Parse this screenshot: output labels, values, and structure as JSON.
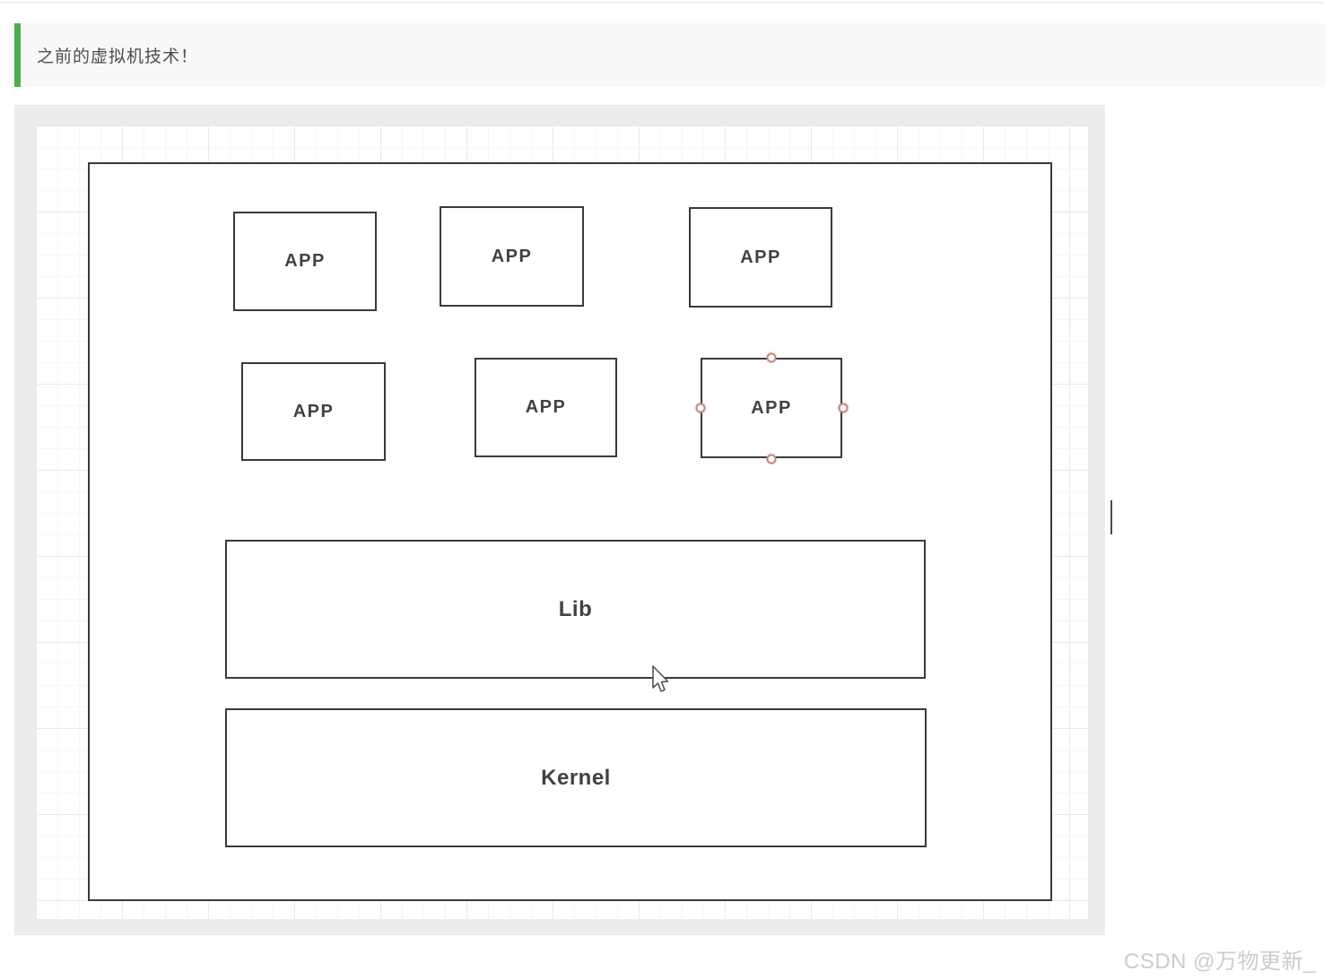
{
  "header": {
    "title": "之前的虚拟机技术！"
  },
  "diagram": {
    "description": "architecture of traditional virtual machine technology",
    "app_boxes": [
      {
        "label": "APP",
        "selected": false
      },
      {
        "label": "APP",
        "selected": false
      },
      {
        "label": "APP",
        "selected": false
      },
      {
        "label": "APP",
        "selected": false
      },
      {
        "label": "APP",
        "selected": false
      },
      {
        "label": "APP",
        "selected": true
      }
    ],
    "lib": {
      "label": "Lib"
    },
    "kernel": {
      "label": "Kernel"
    }
  },
  "watermark": {
    "text": "CSDN @万物更新_"
  },
  "colors": {
    "accent_green": "#4cae50",
    "heading_bg": "#f8f8f8",
    "canvas_bg": "#ececec",
    "shape_border": "#3a3a3a",
    "shape_text": "#424242",
    "handle_ring": "#c3867f",
    "watermark_text": "#cccccc"
  }
}
